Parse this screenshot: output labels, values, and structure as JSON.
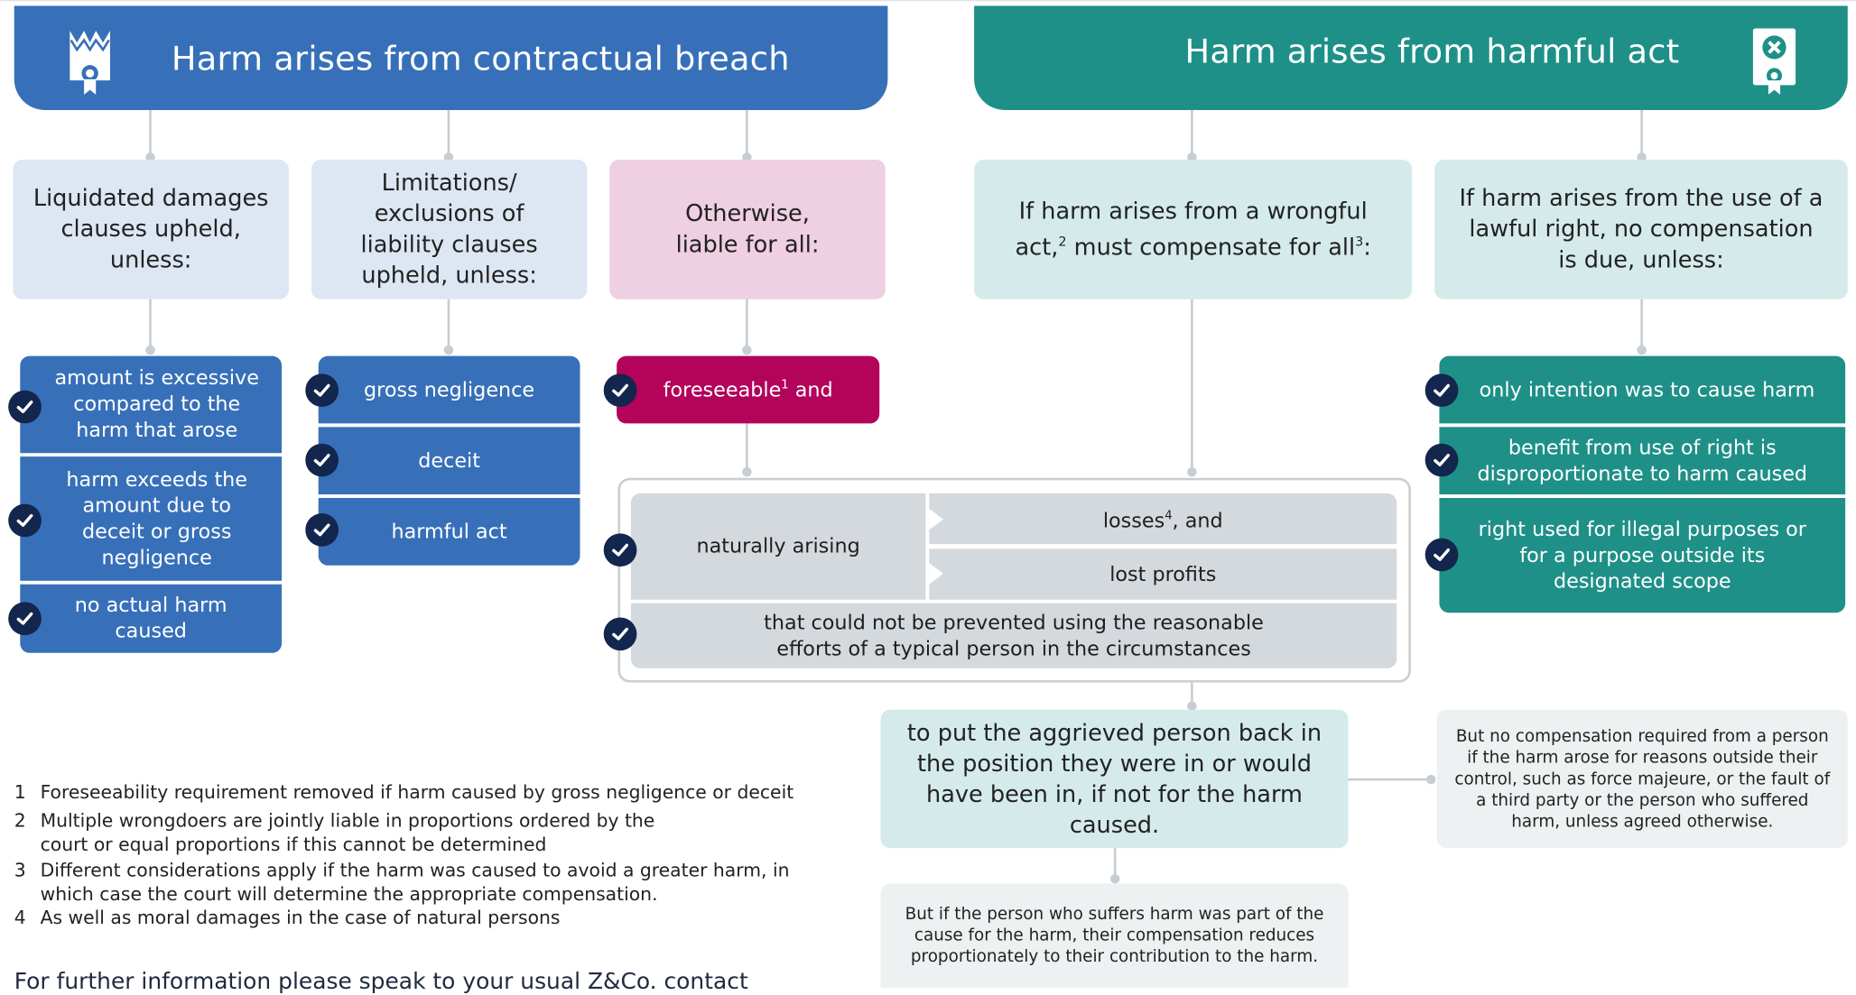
{
  "colors": {
    "blue": "#3770b9",
    "teal": "#1e9088",
    "magenta": "#b3035b",
    "navy": "#13264d",
    "light_blue": "#dde7f3",
    "light_pink": "#efcfe2",
    "light_teal": "#d5ebeb",
    "grey": "#d4d9de"
  },
  "left_header": {
    "title": "Harm arises from contractual breach",
    "icon": "contract-certificate-icon"
  },
  "right_header": {
    "title": "Harm arises from harmful act",
    "icon": "certificate-x-icon"
  },
  "col1": {
    "heading": "Liquidated damages clauses upheld, unless:",
    "items": [
      "amount is excessive compared to the harm that arose",
      "harm exceeds the amount due to deceit or gross negligence",
      "no actual harm caused"
    ]
  },
  "col2": {
    "heading": "Limitations/ exclusions of liability clauses upheld, unless:",
    "items": [
      "gross negligence",
      "deceit",
      "harmful act"
    ]
  },
  "col3": {
    "heading": "Otherwise, liable for all:",
    "foreseeable": "foreseeable",
    "foreseeable_sup": "1",
    "foreseeable_tail": " and",
    "naturally_arising": "naturally arising",
    "losses": "losses",
    "losses_sup": "4",
    "losses_tail": ", and",
    "lost_profits": "lost profits",
    "prevention": "that could not be prevented using the reasonable efforts of a typical person in the circumstances"
  },
  "col4": {
    "heading_a": "If harm arises from a wrongful act,",
    "heading_sup_a": "2",
    "heading_b": " must compensate for all",
    "heading_sup_b": "3",
    "heading_c": ":"
  },
  "col5": {
    "heading": "If harm arises from the use of a lawful right, no compensation is due, unless:",
    "items": [
      "only intention was to cause harm",
      "benefit from use of right is disproportionate to harm caused",
      "right used for illegal purposes or for a purpose outside its designated scope"
    ]
  },
  "outcome": {
    "text": "to put the aggrieved person back in the position they were in or would have been in, if not for the harm caused."
  },
  "note_right": "But no compensation required from a person if the harm arose for reasons outside their control, such as force majeure, or the fault of a third party or the person who suffered harm, unless agreed otherwise.",
  "note_bottom": "But if the person who suffers harm was part of the cause for the harm, their compensation reduces proportionately to their contribution to the harm.",
  "footnotes": [
    {
      "num": "1",
      "lines": [
        "Foreseeability requirement removed if harm caused by gross negligence or deceit"
      ]
    },
    {
      "num": "2",
      "lines": [
        "Multiple wrongdoers are jointly liable in proportions ordered by the",
        "court or equal proportions if this cannot be determined"
      ]
    },
    {
      "num": "3",
      "lines": [
        "Different considerations apply if the harm was caused to avoid a greater harm, in",
        "which case the court will determine the appropriate compensation."
      ]
    },
    {
      "num": "4",
      "lines": [
        "As well as moral damages in the case of natural persons"
      ]
    }
  ],
  "footer": "For further information please speak to your usual Z&Co. contact"
}
